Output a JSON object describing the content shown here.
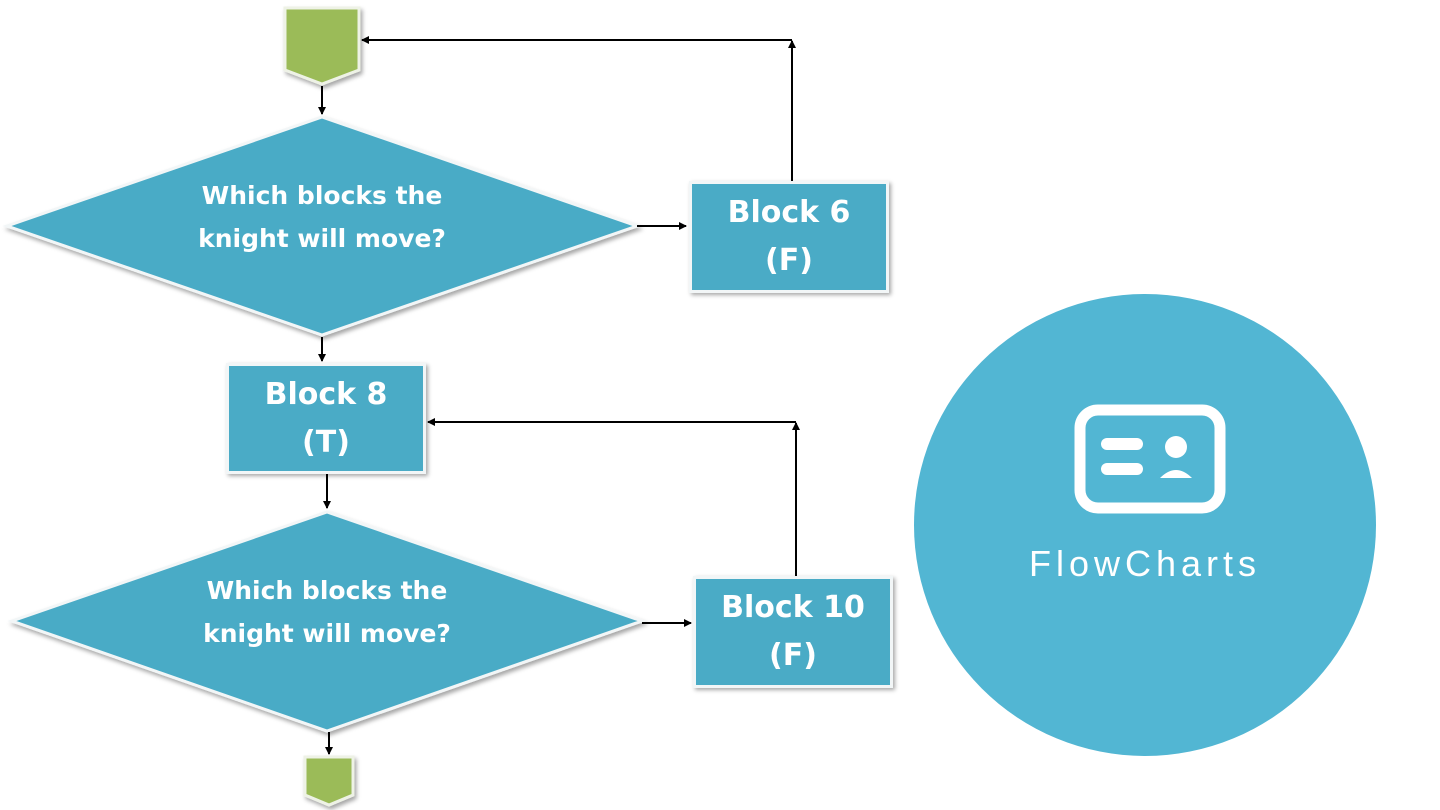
{
  "decisions": [
    {
      "line1": "Which blocks the",
      "line2": "knight will move?"
    },
    {
      "line1": "Which blocks the",
      "line2": "knight will move?"
    }
  ],
  "blocks": {
    "block6": {
      "name": "Block 6",
      "value": "(F)"
    },
    "block8": {
      "name": "Block 8",
      "value": "(T)"
    },
    "block10": {
      "name": "Block 10",
      "value": "(F)"
    }
  },
  "badge": {
    "label": "FlowCharts",
    "icon": "id-card-icon"
  },
  "colors": {
    "decision_fill": "#4aabc6",
    "connector_fill": "#9bbb59",
    "circle_fill": "#52b6d3",
    "arrow": "#000000"
  }
}
